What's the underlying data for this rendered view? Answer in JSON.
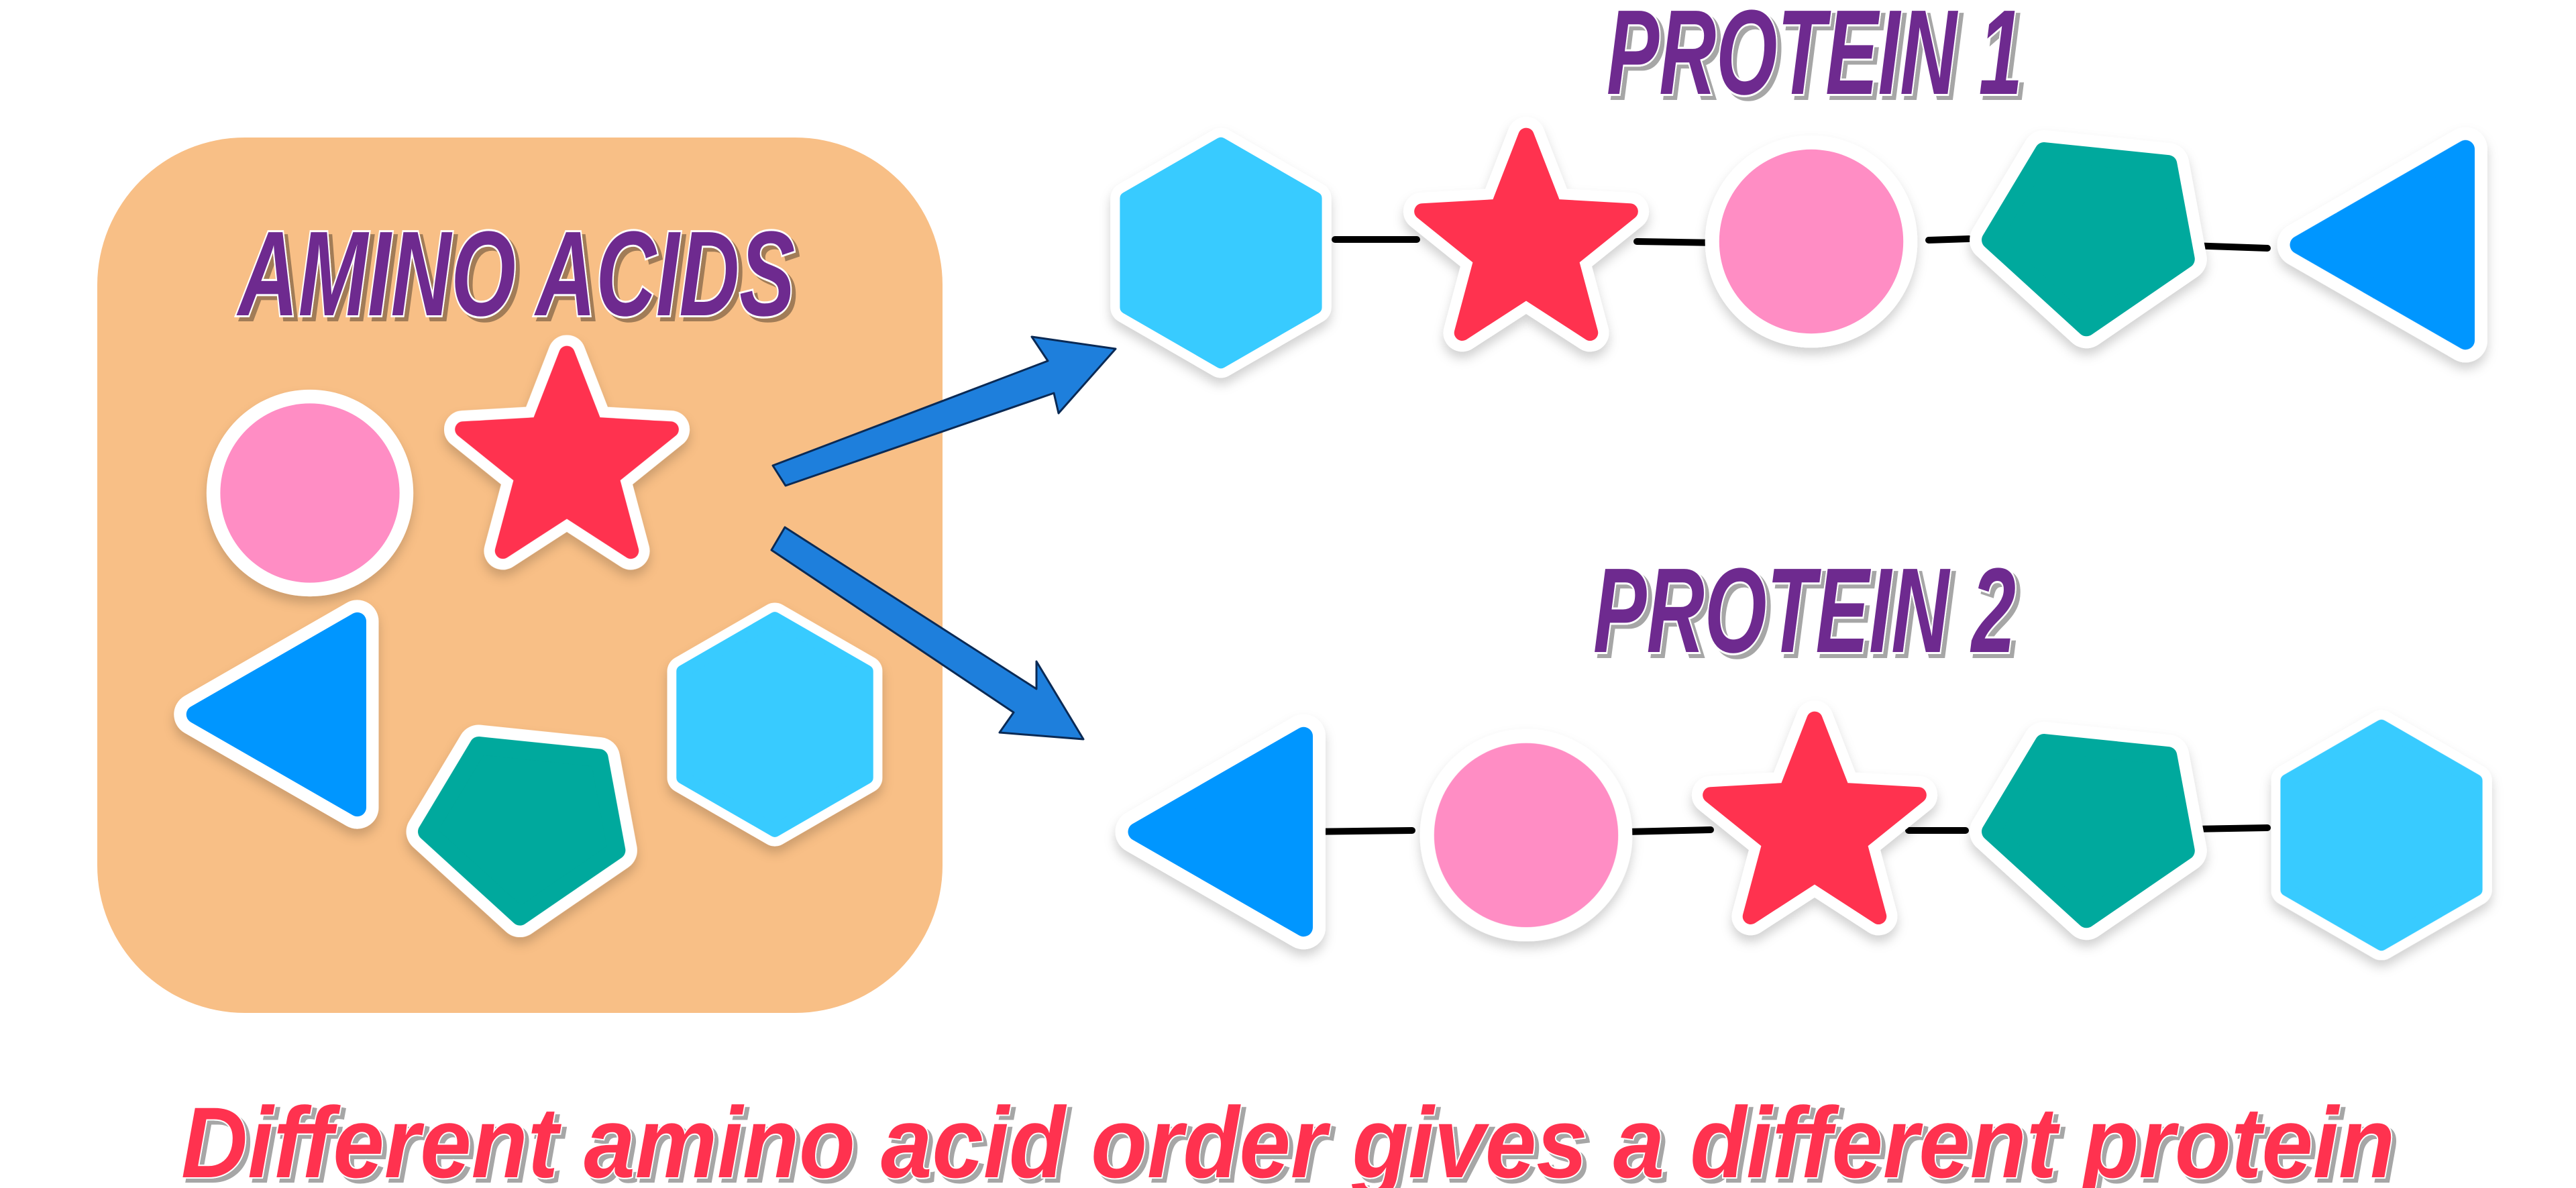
{
  "title_left": "AMINO ACIDS",
  "protein1_title": "PROTEIN 1",
  "protein2_title": "PROTEIN 2",
  "caption_text": "Different amino acid order gives a different protein",
  "colors": {
    "box": "#F8BF86",
    "title_purple": "#6E2C8F",
    "caption_red": "#FF3350",
    "arrow_blue": "#1E7FDC",
    "pink": "#FF8DC4",
    "red": "#FF3350",
    "blue": "#0096FF",
    "teal": "#00A99D",
    "cyan": "#38CBFF",
    "chain": "#000000"
  },
  "protein1_sequence": [
    "hexagon-cyan",
    "star-red",
    "circle-pink",
    "pentagon-teal",
    "triangle-blue"
  ],
  "protein2_sequence": [
    "triangle-blue",
    "circle-pink",
    "star-red",
    "pentagon-teal",
    "hexagon-cyan"
  ]
}
